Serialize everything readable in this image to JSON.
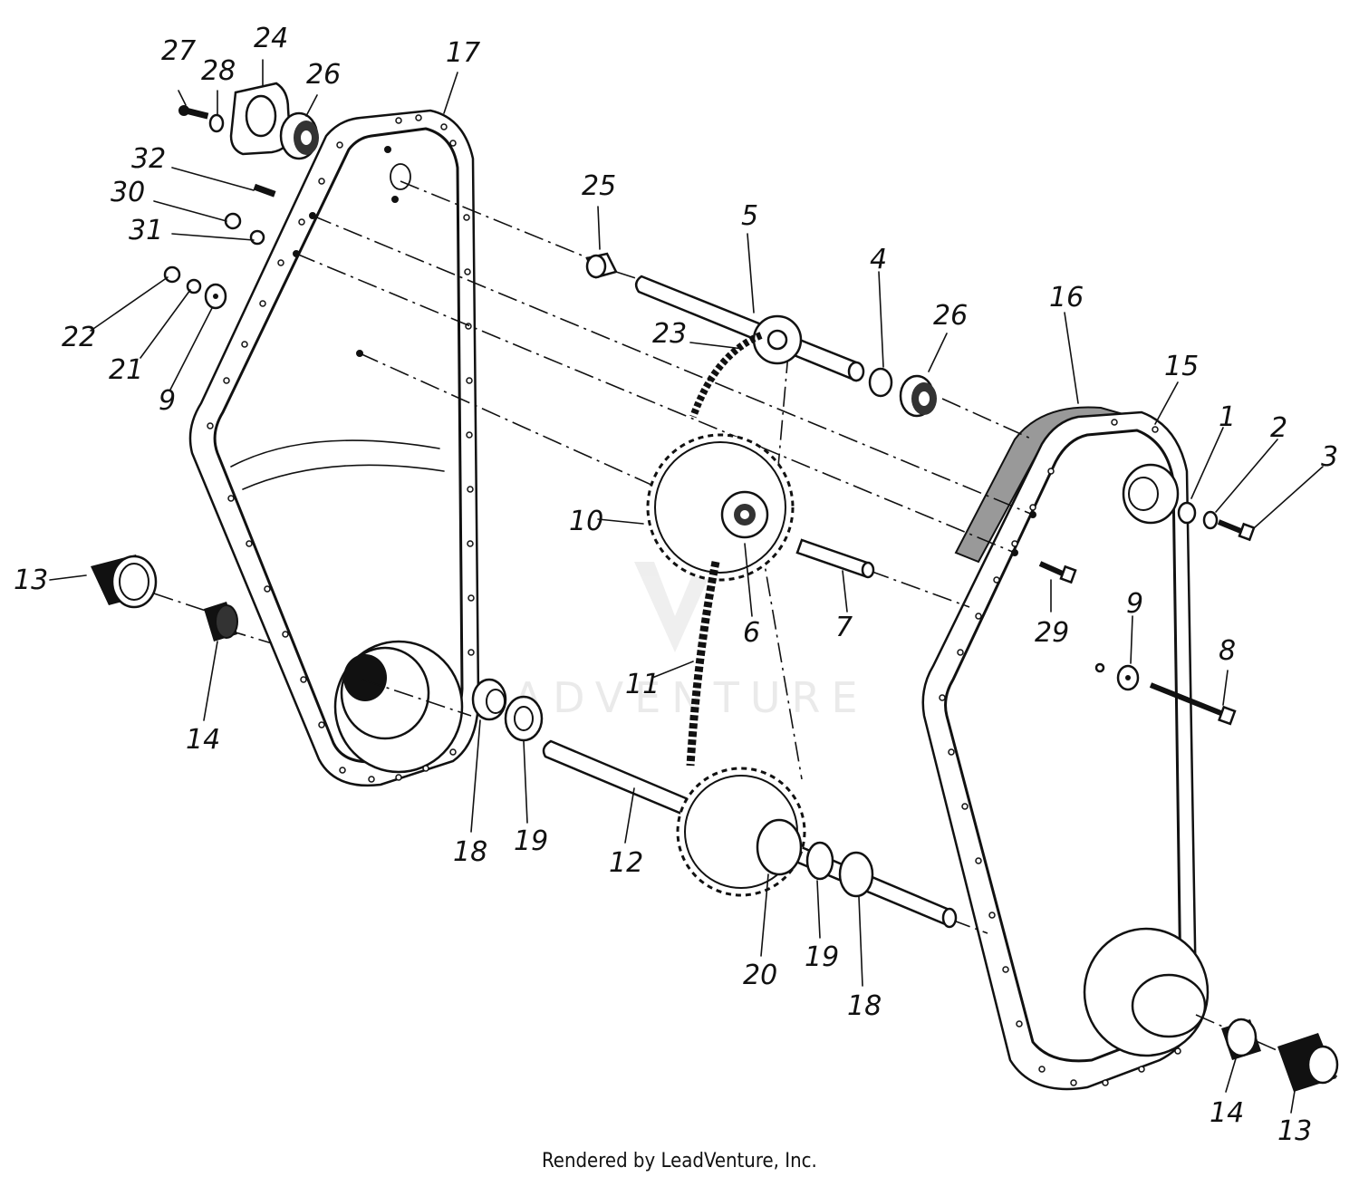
{
  "footer": {
    "text": "Rendered by LeadVenture, Inc."
  },
  "watermark": {
    "text": "LEADVENTURE"
  },
  "callouts": [
    {
      "id": "c27",
      "text": "27"
    },
    {
      "id": "c28",
      "text": "28"
    },
    {
      "id": "c24",
      "text": "24"
    },
    {
      "id": "c26a",
      "text": "26"
    },
    {
      "id": "c17",
      "text": "17"
    },
    {
      "id": "c32",
      "text": "32"
    },
    {
      "id": "c30",
      "text": "30"
    },
    {
      "id": "c31",
      "text": "31"
    },
    {
      "id": "c22",
      "text": "22"
    },
    {
      "id": "c21",
      "text": "21"
    },
    {
      "id": "c9a",
      "text": "9"
    },
    {
      "id": "c25",
      "text": "25"
    },
    {
      "id": "c5",
      "text": "5"
    },
    {
      "id": "c23",
      "text": "23"
    },
    {
      "id": "c4",
      "text": "4"
    },
    {
      "id": "c26b",
      "text": "26"
    },
    {
      "id": "c16",
      "text": "16"
    },
    {
      "id": "c15",
      "text": "15"
    },
    {
      "id": "c1",
      "text": "1"
    },
    {
      "id": "c2",
      "text": "2"
    },
    {
      "id": "c3",
      "text": "3"
    },
    {
      "id": "c10",
      "text": "10"
    },
    {
      "id": "c6",
      "text": "6"
    },
    {
      "id": "c7",
      "text": "7"
    },
    {
      "id": "c29",
      "text": "29"
    },
    {
      "id": "c9b",
      "text": "9"
    },
    {
      "id": "c8",
      "text": "8"
    },
    {
      "id": "c13a",
      "text": "13"
    },
    {
      "id": "c14a",
      "text": "14"
    },
    {
      "id": "c11",
      "text": "11"
    },
    {
      "id": "c18a",
      "text": "18"
    },
    {
      "id": "c19a",
      "text": "19"
    },
    {
      "id": "c12",
      "text": "12"
    },
    {
      "id": "c20",
      "text": "20"
    },
    {
      "id": "c19b",
      "text": "19"
    },
    {
      "id": "c18b",
      "text": "18"
    },
    {
      "id": "c14b",
      "text": "14"
    },
    {
      "id": "c13b",
      "text": "13"
    }
  ]
}
